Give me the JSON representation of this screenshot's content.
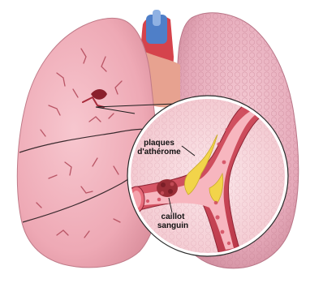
{
  "labels": {
    "plaques_line1": "plaques",
    "plaques_line2": "d'athérome",
    "caillot_line1": "caillot",
    "caillot_line2": "sanguin"
  },
  "colors": {
    "lung_left_fill": "#f0b5bf",
    "lung_right_fill": "#e9b7c3",
    "vessel_red": "#c94456",
    "plaque_yellow": "#f2d44a",
    "clot_dark": "#9a2e37",
    "heart_blue": "#4f7fc8",
    "heart_red": "#d5434c"
  }
}
